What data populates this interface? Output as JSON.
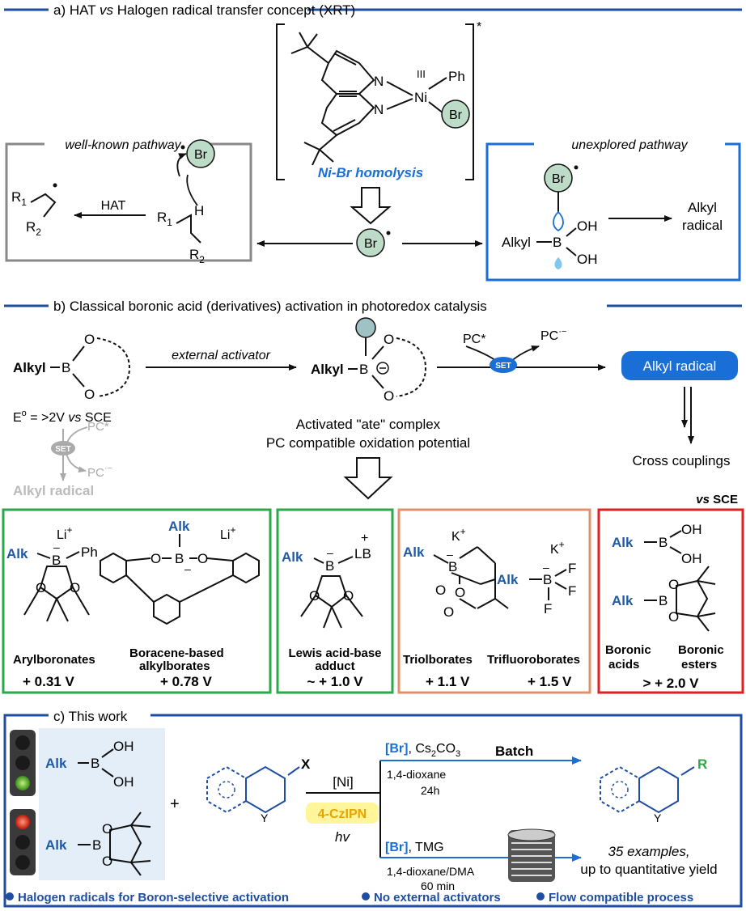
{
  "section_a": {
    "header": "a) HAT vs Halogen radical transfer concept (XRT)",
    "header_pre": "a) HAT ",
    "header_vs": "vs",
    "header_post": " Halogen radical transfer concept (XRT)",
    "ni_oxidation": "III",
    "ni": "Ni",
    "ph": "Ph",
    "n": "N",
    "br": "Br",
    "star": "*",
    "homolysis": "Ni-Br homolysis",
    "well_known": "well-known pathway",
    "unexplored": "unexplored pathway",
    "hat": "HAT",
    "r1": "R",
    "r2": "R",
    "sub1": "1",
    "sub2": "2",
    "h": "H",
    "alkyl_boron": "Alkyl",
    "b": "B",
    "oh": "OH",
    "alkyl_radical_1": "Alkyl",
    "alkyl_radical_2": "radical"
  },
  "section_b": {
    "header": "b) Classical boronic acid (derivatives) activation in photoredox catalysis",
    "alkyl": "Alkyl",
    "o": "O",
    "b": "B",
    "eo_pre": "E",
    "eo_sup": "o",
    "eo_post": " = >2V ",
    "vs": "vs",
    "sce": " SCE",
    "external_activator": "external activator",
    "pc_star": "PC*",
    "pc": "PC",
    "pc_sup": "·−",
    "set": "SET",
    "alkyl_radical": "Alkyl radical",
    "ate_line1": "Activated \"ate\" complex",
    "ate_line2": "PC compatible oxidation potential",
    "cross_couplings": "Cross couplings"
  },
  "vs_sce": "vs SCE",
  "boxes": [
    {
      "label": "Arylboronates",
      "potential": "+ 0.31 V",
      "color": "#2aa84a"
    },
    {
      "label": "Boracene-based alkylborates",
      "label_1": "Boracene-based",
      "label_2": "alkylborates",
      "potential": "+ 0.78 V",
      "color": "#2aa84a"
    },
    {
      "label": "Lewis acid-base adduct",
      "label_1": "Lewis acid-base",
      "label_2": "adduct",
      "potential": "~ + 1.0 V",
      "color": "#2aa84a"
    },
    {
      "label": "Triolborates",
      "potential": "+ 1.1 V",
      "color": "#e0906a"
    },
    {
      "label": "Trifluoroborates",
      "potential": "+ 1.5 V",
      "color": "#e0906a"
    },
    {
      "label": "Boronic acids",
      "label_1": "Boronic",
      "label_2": "acids",
      "color": "#e02020"
    },
    {
      "label": "Boronic esters",
      "label_1": "Boronic",
      "label_2": "esters",
      "potential": "> + 2.0 V",
      "color": "#e02020"
    }
  ],
  "struct_labels": {
    "alk": "Alk",
    "li": "Li",
    "plus": "+",
    "minus": "–",
    "ph": "Ph",
    "lb": "LB",
    "k": "K",
    "f": "F"
  },
  "section_c": {
    "header": "c) This work",
    "alk": "Alk",
    "plus": "+",
    "x": "X",
    "y": "Y",
    "r": "R",
    "ni_cat": "[Ni]",
    "czipn": "4-CzIPN",
    "hv": "hv",
    "br_tag": "[Br]",
    "cs2co3": ", Cs",
    "cs_sub": "2",
    "co3": "CO",
    "co3_sub": "3",
    "batch": "Batch",
    "dioxane": "1,4-dioxane",
    "time_batch": "24h",
    "tmg": ", TMG",
    "dioxane_dma": "1,4-dioxane/DMA",
    "time_flow": "60 min",
    "examples": "35 examples,",
    "yield": "up to quantitative yield",
    "bullets": [
      "Halogen radicals for Boron-selective activation",
      "No external activators",
      "Flow compatible process"
    ]
  },
  "colors": {
    "frame_blue": "#1f4ea0",
    "accent_blue": "#1a6fd6",
    "gray_box": "#888888",
    "green_box": "#2aa84a",
    "orange_box": "#e0906a",
    "red_box": "#e02020",
    "br_fill": "#bcdcc8",
    "czipn_highlight": "#fff27a"
  }
}
